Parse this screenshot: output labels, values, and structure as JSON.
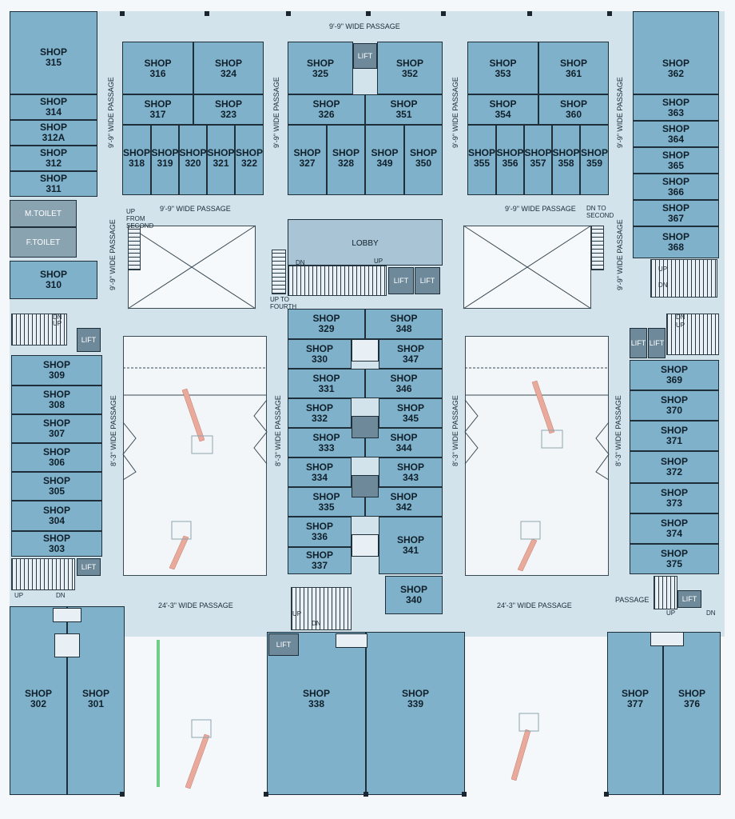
{
  "shop_label": "SHOP",
  "passages": {
    "top": "9'-9\" WIDE PASSAGE",
    "mid_left": "9'-9\" WIDE PASSAGE",
    "mid_right": "9'-9\" WIDE PASSAGE",
    "v_left": "9'-9\" WIDE PASSAGE",
    "v_b1": "9'-9\" WIDE PASSAGE",
    "v_b2": "9'-9\" WIDE PASSAGE",
    "v_b3": "9'-9\" WIDE PASSAGE",
    "v_left_lower": "9'-9\" WIDE PASSAGE",
    "v_right_lower": "9'-9\" WIDE PASSAGE",
    "v83_1": "8'-3\" WIDE PASSAGE",
    "v83_2": "8'-3\" WIDE PASSAGE",
    "v83_3": "8'-3\" WIDE PASSAGE",
    "v83_4": "8'-3\" WIDE PASSAGE",
    "bottom_left": "24'-3\" WIDE PASSAGE",
    "bottom_right": "24'-3\" WIDE PASSAGE",
    "passage_short": "PASSAGE"
  },
  "labels": {
    "lift": "LIFT",
    "lobby": "LOBBY",
    "m_toilet": "M.TOILET",
    "f_toilet": "F.TOILET",
    "up_from_second": "UP FROM SECOND",
    "up_to_fourth": "UP TO FOURTH",
    "dn_to_second": "DN TO SECOND",
    "up": "UP",
    "dn": "DN"
  },
  "shops": {
    "s315": "315",
    "s314": "314",
    "s312a": "312A",
    "s312": "312",
    "s311": "311",
    "s310": "310",
    "s316": "316",
    "s324": "324",
    "s317": "317",
    "s323": "323",
    "s318": "318",
    "s319": "319",
    "s320": "320",
    "s321": "321",
    "s322": "322",
    "s325": "325",
    "s352": "352",
    "s326": "326",
    "s351": "351",
    "s327": "327",
    "s328": "328",
    "s349": "349",
    "s350": "350",
    "s353": "353",
    "s361": "361",
    "s354": "354",
    "s360": "360",
    "s355": "355",
    "s356": "356",
    "s357": "357",
    "s358": "358",
    "s359": "359",
    "s362": "362",
    "s363": "363",
    "s364": "364",
    "s365": "365",
    "s366": "366",
    "s367": "367",
    "s368": "368",
    "s309": "309",
    "s308": "308",
    "s307": "307",
    "s306": "306",
    "s305": "305",
    "s304": "304",
    "s303": "303",
    "s329": "329",
    "s348": "348",
    "s330": "330",
    "s347": "347",
    "s331": "331",
    "s346": "346",
    "s332": "332",
    "s345": "345",
    "s333": "333",
    "s344": "344",
    "s334": "334",
    "s343": "343",
    "s335": "335",
    "s342": "342",
    "s336": "336",
    "s341": "341",
    "s337": "337",
    "s340": "340",
    "s369": "369",
    "s370": "370",
    "s371": "371",
    "s372": "372",
    "s373": "373",
    "s374": "374",
    "s375": "375",
    "s302": "302",
    "s301": "301",
    "s338": "338",
    "s339": "339",
    "s377": "377",
    "s376": "376"
  },
  "colors": {
    "shop": "#7fb1cb",
    "passage": "#d3e3ec",
    "lift": "#6e8a9a",
    "toilet": "#8aa3b1"
  }
}
